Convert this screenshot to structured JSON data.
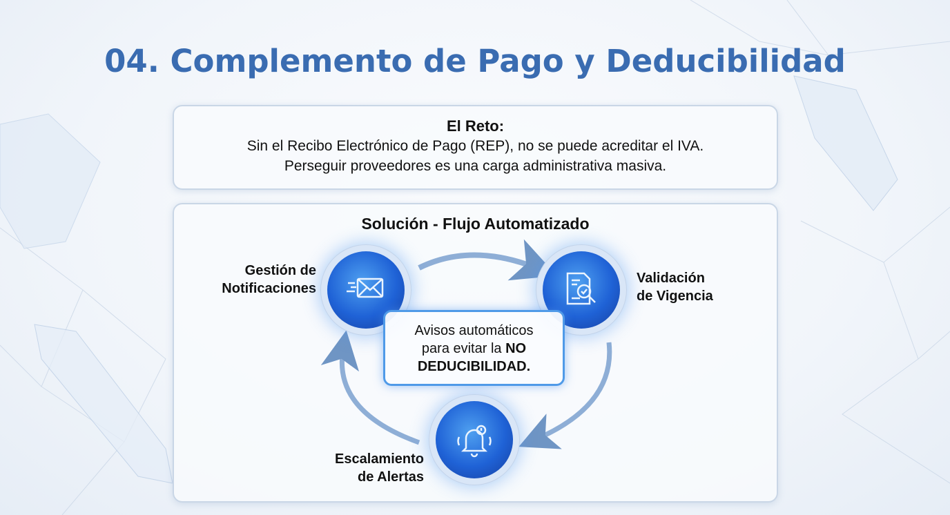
{
  "title": "04. Complemento de Pago y Deducibilidad",
  "challenge": {
    "heading": "El Reto:",
    "line1": "Sin el Recibo Electrónico de Pago (REP), no se puede acreditar el IVA.",
    "line2": "Perseguir proveedores es una carga administrativa masiva."
  },
  "solution": {
    "heading": "Solución - Flujo Automatizado",
    "steps": [
      {
        "line1": "Gestión de",
        "line2": "Notificaciones",
        "icon": "envelope-icon"
      },
      {
        "line1": "Validación",
        "line2": "de Vigencia",
        "icon": "document-search-icon"
      },
      {
        "line1": "Escalamiento",
        "line2": "de Alertas",
        "icon": "alert-bell-icon"
      }
    ],
    "center": {
      "line1": "Avisos automáticos",
      "line2_prefix": "para evitar la ",
      "line2_bold": "NO",
      "line3_bold": "DEDUCIBILIDAD."
    }
  },
  "colors": {
    "title": "#3a6cb1",
    "accent": "#1f62d6",
    "arrow": "#6f95c4"
  }
}
